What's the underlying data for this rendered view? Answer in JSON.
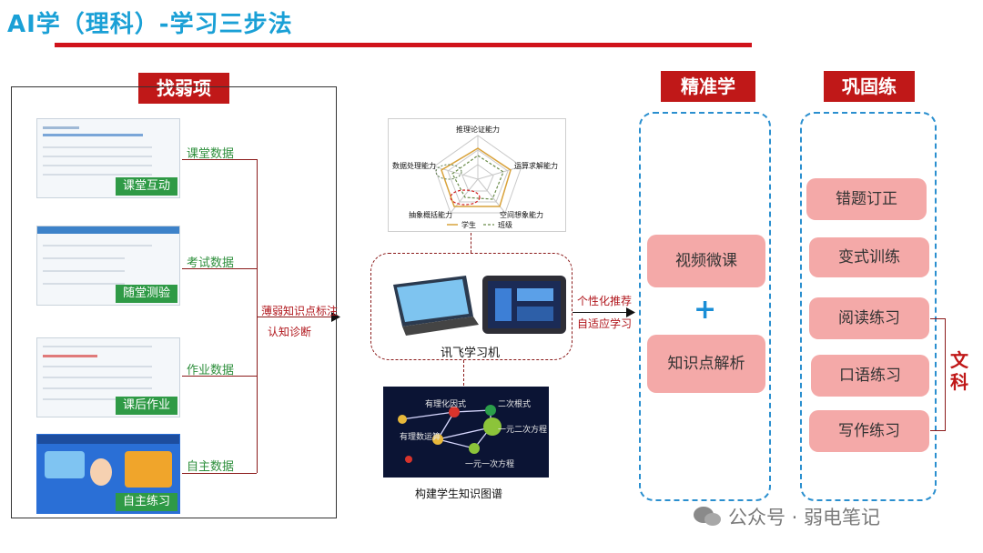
{
  "title": "AI学（理科）-学习三步法",
  "sections": {
    "find_weak": "找弱项",
    "precise_learn": "精准学",
    "consolidate": "巩固练"
  },
  "data_sources": [
    {
      "button": "课堂互动",
      "label": "课堂数据"
    },
    {
      "button": "随堂测验",
      "label": "考试数据"
    },
    {
      "button": "课后作业",
      "label": "作业数据"
    },
    {
      "button": "自主练习",
      "label": "自主数据"
    }
  ],
  "arrow1": {
    "line1": "薄弱知识点标注",
    "line2": "认知诊断"
  },
  "radar": {
    "axes": [
      "推理论证能力",
      "运算求解能力",
      "空间想象能力",
      "抽象概括能力",
      "数据处理能力"
    ],
    "legend": [
      "学生",
      "班级"
    ]
  },
  "device_caption": "讯飞学习机",
  "graph": {
    "caption": "构建学生知识图谱",
    "nodes": [
      "有理化因式",
      "二次根式",
      "有理数运算",
      "一元二次方程",
      "一元一次方程"
    ]
  },
  "arrow2": {
    "line1": "个性化推荐",
    "line2": "自适应学习"
  },
  "precise_items": [
    "视频微课",
    "+",
    "知识点解析"
  ],
  "practice_items": [
    "错题订正",
    "变式训练",
    "阅读练习",
    "口语练习",
    "写作练习"
  ],
  "liberal_arts_label": "文科",
  "watermark": "公众号 · 弱电笔记",
  "colors": {
    "title": "#1aa0d6",
    "header": "#c01818",
    "accent_line": "#d0131b",
    "button_green": "#2f9a46",
    "pink": "#f4a9a8",
    "frame_blue": "#2a8fcf"
  }
}
